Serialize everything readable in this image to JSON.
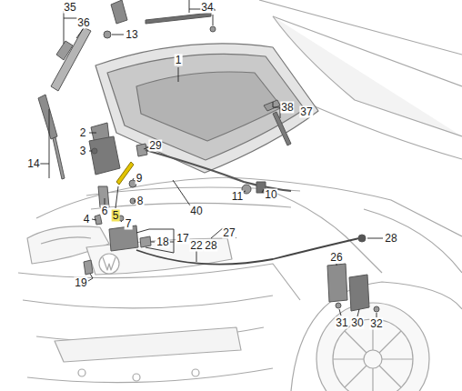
{
  "diagram": {
    "labels": [
      "35",
      "36",
      "13",
      "34",
      "1",
      "38",
      "37",
      "2",
      "29",
      "3",
      "14",
      "9",
      "8",
      "5",
      "6",
      "7",
      "4",
      "40",
      "11",
      "10",
      "18",
      "17",
      "27",
      "28",
      "22",
      "19",
      "26",
      "28",
      "31",
      "30",
      "32"
    ]
  }
}
